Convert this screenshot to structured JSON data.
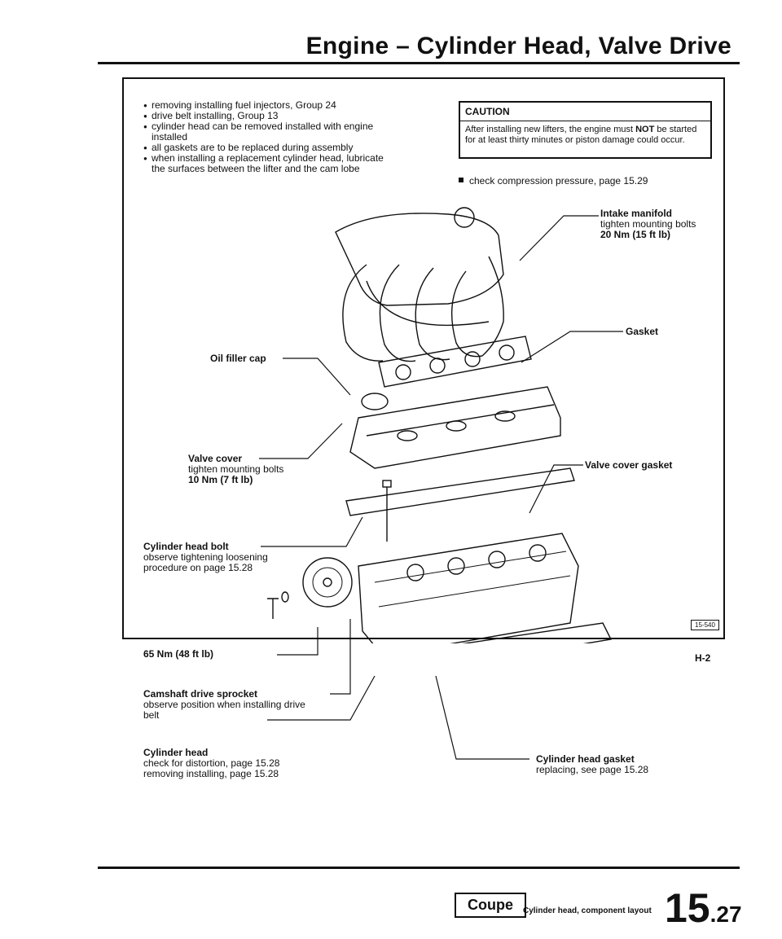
{
  "header": {
    "title": "Engine – Cylinder Head, Valve Drive"
  },
  "notes": [
    "removing installing fuel injectors, Group 24",
    "drive belt installing, Group 13",
    "cylinder head can be removed installed with engine installed",
    "all gaskets are to be replaced during assembly",
    "when installing a replacement cylinder head, lubricate the surfaces between the lifter and the cam lobe"
  ],
  "caution": {
    "heading": "CAUTION",
    "text_1": "After installing new lifters, the engine must ",
    "text_bold": "NOT",
    "text_2": " be started for at least thirty minutes or piston damage could occur."
  },
  "check": "check compression pressure, page 15.29",
  "labels": {
    "intake_manifold": {
      "name": "Intake manifold",
      "detail": "tighten mounting bolts",
      "torque": "20 Nm (15 ft lb)"
    },
    "gasket": {
      "name": "Gasket"
    },
    "oil_filler_cap": {
      "name": "Oil filler cap"
    },
    "valve_cover": {
      "name": "Valve cover",
      "detail": "tighten mounting bolts",
      "torque": "10 Nm (7 ft lb)"
    },
    "valve_cover_gasket": {
      "name": "Valve cover gasket"
    },
    "cylinder_head_bolt": {
      "name": "Cylinder head bolt",
      "detail": "observe tightening loosening procedure on page 15.28"
    },
    "sprocket_torque": {
      "torque": "65 Nm (48 ft lb)"
    },
    "camshaft_drive_sprocket": {
      "name": "Camshaft drive sprocket",
      "detail": "observe position when installing drive belt"
    },
    "cylinder_head": {
      "name": "Cylinder head",
      "detail_1": "check for distortion, page 15.28",
      "detail_2": "removing installing, page 15.28"
    },
    "cylinder_head_gasket": {
      "name": "Cylinder head gasket",
      "detail": "replacing, see page 15.28"
    }
  },
  "figure_tag": "15-540",
  "page_code": "H-2",
  "footer": {
    "badge": "Coupe",
    "caption": "Cylinder head, component layout",
    "page_major": "15",
    "page_minor": ".27"
  }
}
